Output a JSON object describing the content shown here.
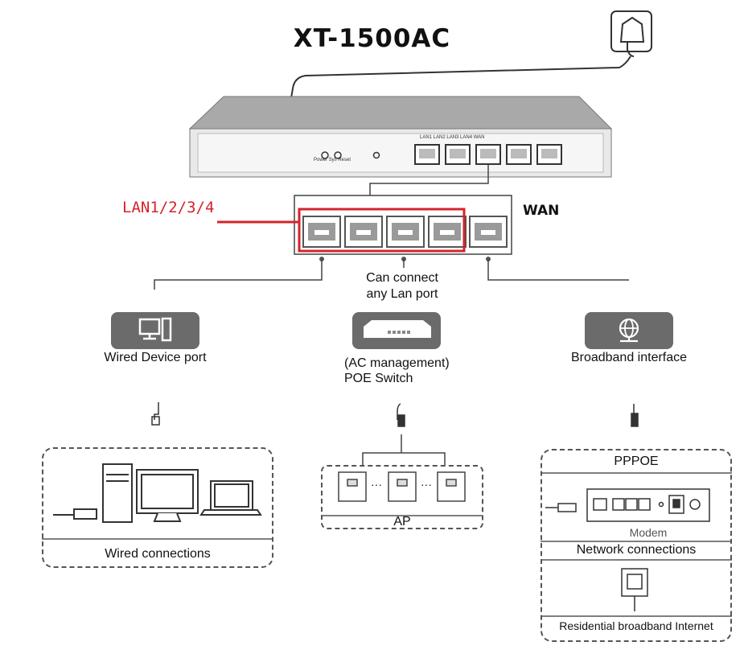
{
  "title": "XT-1500AC",
  "router": {
    "front_labels": "Power  Sys  Reset",
    "port_labels": "LAN1  LAN2  LAN3  LAN4  WAN"
  },
  "lan_label": "LAN1/2/3/4",
  "wan_label": "WAN",
  "center_note": [
    "Can connect",
    "any Lan port"
  ],
  "branches": {
    "wired": {
      "icon": "computer-icon",
      "label": "Wired Device port",
      "box_label": "Wired connections"
    },
    "poe": {
      "icon": "switch-icon",
      "label_line1": "(AC management)",
      "label_line2": "POE Switch",
      "box_label": "AP",
      "separator": "···"
    },
    "broadband": {
      "icon": "globe-icon",
      "label": "Broadband interface",
      "pppoe": "PPPOE",
      "modem_label": "Modem",
      "network_label": "Network connections",
      "residential_label": "Residential broadband Internet"
    }
  },
  "colors": {
    "accent_red": "#d4242c",
    "tile_gray": "#6b6b6b",
    "line": "#444444"
  }
}
